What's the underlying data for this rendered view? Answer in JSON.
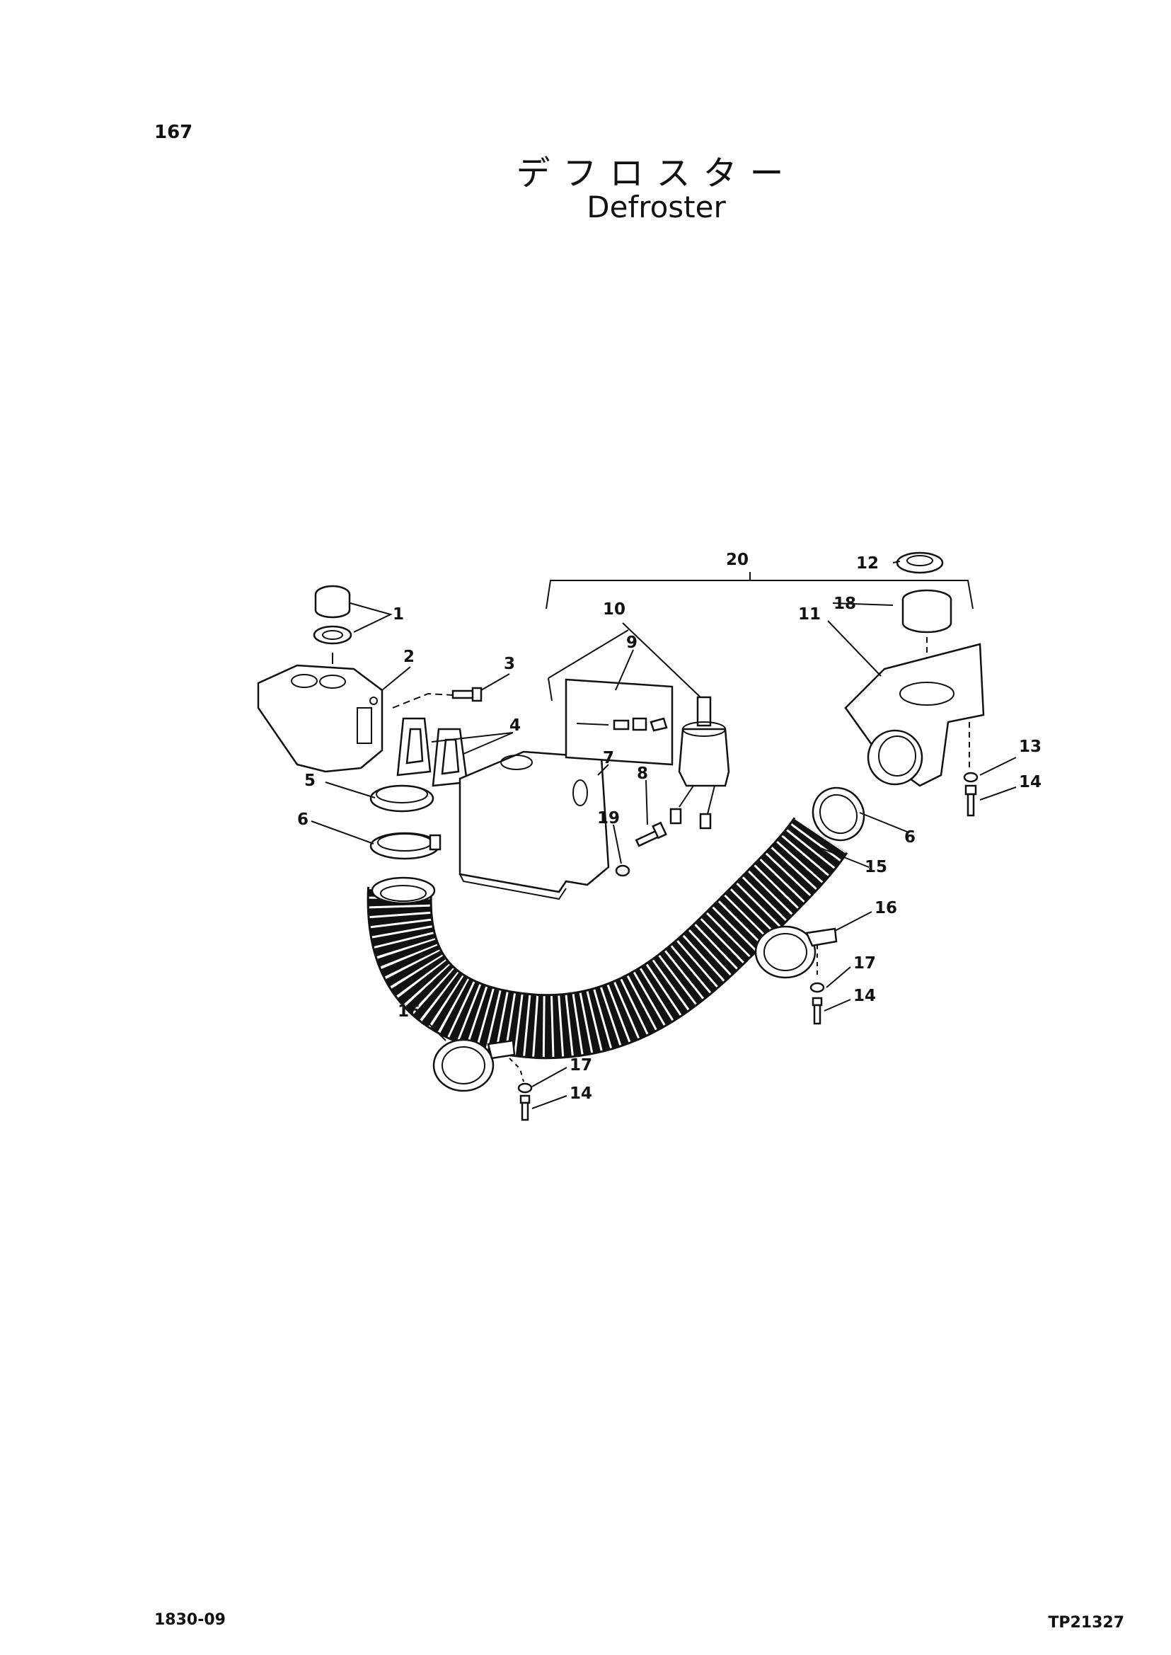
{
  "page": {
    "number": "167",
    "title_jp": "デフロスター",
    "title_en": "Defroster",
    "footer_left": "1830-09",
    "footer_right": "TP21327"
  },
  "callouts": [
    "1",
    "2",
    "3",
    "4",
    "5",
    "6",
    "7",
    "8",
    "9",
    "10",
    "11",
    "12",
    "13",
    "14",
    "15",
    "16",
    "17",
    "18",
    "19",
    "20",
    "6",
    "14",
    "16",
    "17",
    "14",
    "17",
    "14"
  ]
}
